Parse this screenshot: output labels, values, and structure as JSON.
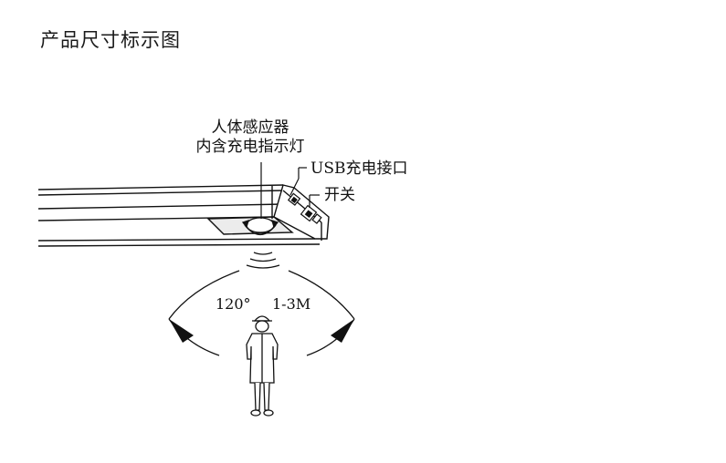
{
  "page": {
    "title": "产品尺寸标示图"
  },
  "labels": {
    "sensor_line1": "人体感应器",
    "sensor_line2": "内含充电指示灯",
    "usb_port": "USB充电接口",
    "switch": "开关",
    "angle": "120°",
    "range": "1-3M"
  },
  "icons": [
    "human-figure-icon",
    "motion-wave-icon",
    "angle-arrow-icon"
  ]
}
